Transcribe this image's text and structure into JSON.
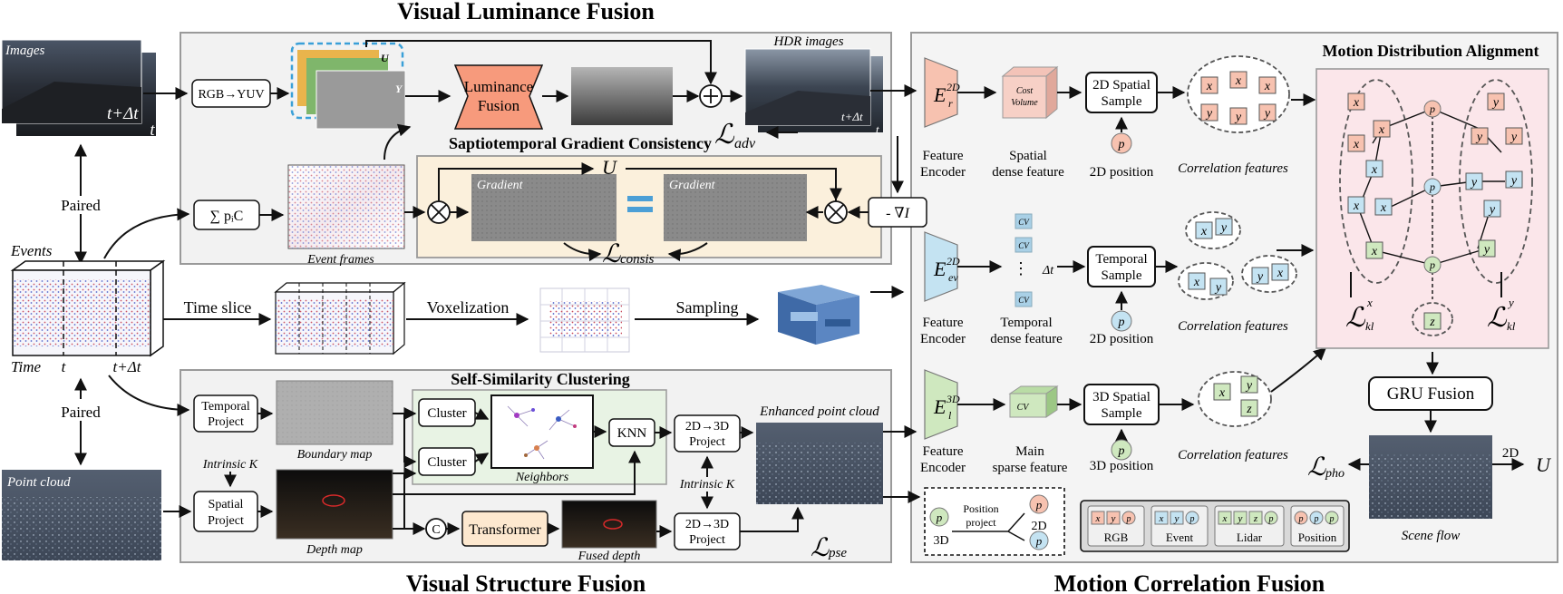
{
  "titles": {
    "visual_luminance": "Visual Luminance Fusion",
    "visual_structure": "Visual Structure Fusion",
    "motion_correlation": "Motion Correlation Fusion",
    "motion_distribution": "Motion Distribution Alignment",
    "stgc": "Saptiotemporal Gradient Consistency",
    "ssc": "Self-Similarity Clustering"
  },
  "left": {
    "images": "Images",
    "t_dt": "t+Δt",
    "t": "t",
    "paired1": "Paired",
    "paired2": "Paired",
    "events": "Events",
    "time": "Time",
    "t_axis": "t",
    "t_dt_axis": "t+Δt",
    "point_cloud": "Point cloud"
  },
  "luminance": {
    "rgb2yuv": "RGB→YUV",
    "u_tag": "U",
    "y_tag": "Y",
    "fusion_line1": "Luminance",
    "fusion_line2": "Fusion",
    "hdr": "HDR images",
    "hdr_t_dt": "t+Δt",
    "hdr_t": "t",
    "l_adv": "adv",
    "sum": "∑ pᵢC",
    "event_frames": "Event frames",
    "u_label": "U",
    "gradient1": "Gradient",
    "gradient2": "Gradient",
    "grad_op": "- ∇I",
    "l_consis": "consis",
    "time_slice": "Time slice",
    "voxelization": "Voxelization",
    "sampling": "Sampling"
  },
  "structure": {
    "temporal_project_1": "Temporal",
    "temporal_project_2": "Project",
    "boundary_map": "Boundary map",
    "intrinsic_k1": "Intrinsic K",
    "spatial_project_1": "Spatial",
    "spatial_project_2": "Project",
    "depth_map": "Depth map",
    "cluster1": "Cluster",
    "cluster2": "Cluster",
    "neighbors": "Neighbors",
    "knn": "KNN",
    "project_a1": "2D→3D",
    "project_a2": "Project",
    "intrinsic_k2": "Intrinsic K",
    "project_b1": "2D→3D",
    "project_b2": "Project",
    "concat": "C",
    "transformer": "Transformer",
    "fused_depth": "Fused depth",
    "enhanced": "Enhanced point cloud",
    "l_pse": "pse"
  },
  "correlation": {
    "enc_r_sup": "2D",
    "enc_r_sub": "r",
    "enc_ev_sup": "2D",
    "enc_ev_sub": "ev",
    "enc_l_sup": "3D",
    "enc_l_sub": "l",
    "feature_encoder_1": "Feature",
    "feature_encoder_2": "Encoder",
    "cost_volume_1": "Cost",
    "cost_volume_2": "Volume",
    "spatial_dense_1": "Spatial",
    "spatial_dense_2": "dense feature",
    "temporal_dense_1": "Temporal",
    "temporal_dense_2": "dense feature",
    "main_sparse_1": "Main",
    "main_sparse_2": "sparse feature",
    "cv": "CV",
    "delta_t": "Δt",
    "spatial_2d_1": "2D Spatial",
    "spatial_2d_2": "Sample",
    "temporal_s_1": "Temporal",
    "temporal_s_2": "Sample",
    "spatial_3d_1": "3D Spatial",
    "spatial_3d_2": "Sample",
    "pos2d": "2D position",
    "pos3d": "3D position",
    "corr": "Correlation features",
    "p": "p",
    "x": "x",
    "y": "y",
    "z": "z",
    "pos_project_1": "Position",
    "pos_project_2": "project",
    "d3": "3D",
    "d2": "2D",
    "legend_rgb": "RGB",
    "legend_event": "Event",
    "legend_lidar": "Lidar",
    "legend_position": "Position",
    "gru": "GRU Fusion",
    "scene_flow": "Scene flow",
    "l_pho": "pho",
    "two_d": "2D",
    "u_out": "U",
    "kl_x_sup": "x",
    "kl_y_sup": "y",
    "kl_sub": "kl"
  },
  "colors": {
    "rgb": "#f7c2b0",
    "event": "#c4e3f2",
    "lidar": "#cfe8bf",
    "luminance": "#f79a7c",
    "panel": "#f2f2f2",
    "stgc": "#fbf0dc",
    "ssc": "#e8f3e4",
    "mda": "#fbe6ea"
  }
}
